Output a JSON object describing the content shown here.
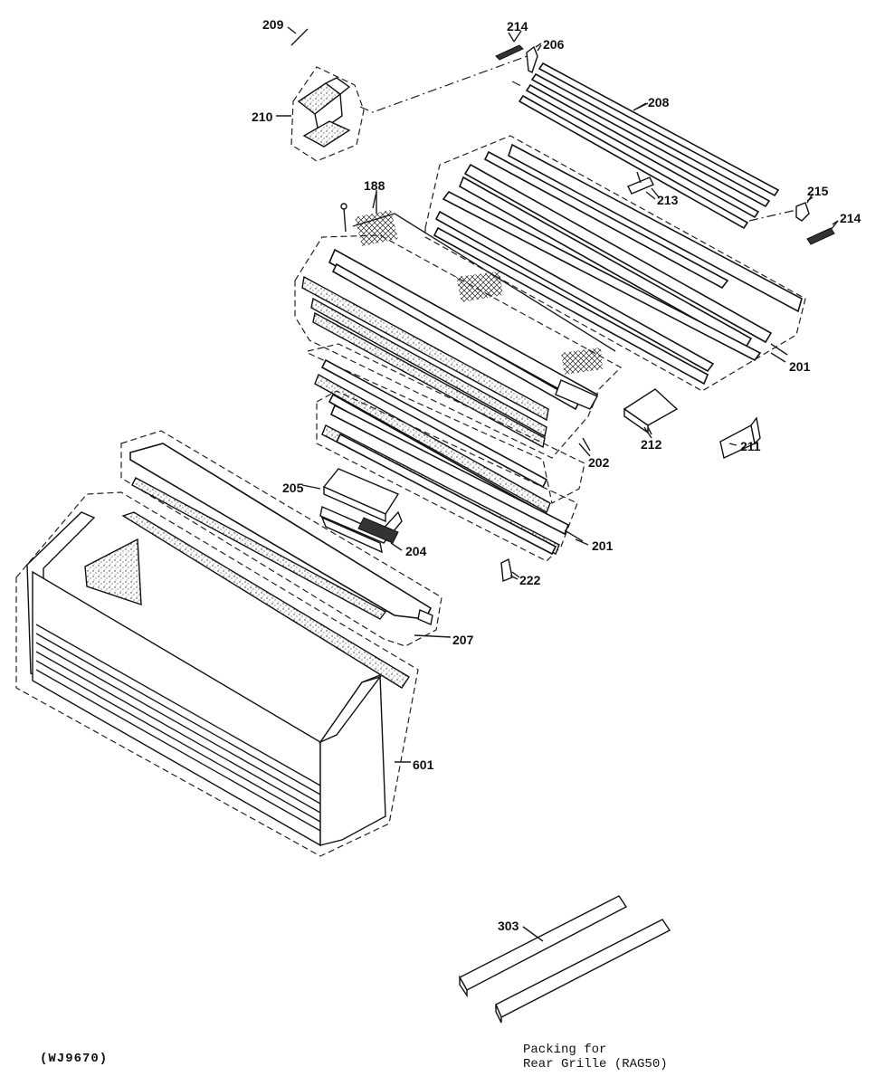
{
  "labels": {
    "l209": "209",
    "l214a": "214",
    "l206": "206",
    "l210": "210",
    "l208": "208",
    "l188": "188",
    "l213": "213",
    "l215": "215",
    "l214b": "214",
    "l201a": "201",
    "l212": "212",
    "l211": "211",
    "l202": "202",
    "l205": "205",
    "l204": "204",
    "l201b": "201",
    "l222": "222",
    "l207": "207",
    "l601": "601",
    "l303": "303"
  },
  "footer": {
    "drawing_code": "(WJ9670)",
    "packing_line1": "Packing for",
    "packing_line2": "Rear Grille (RAG50)"
  }
}
